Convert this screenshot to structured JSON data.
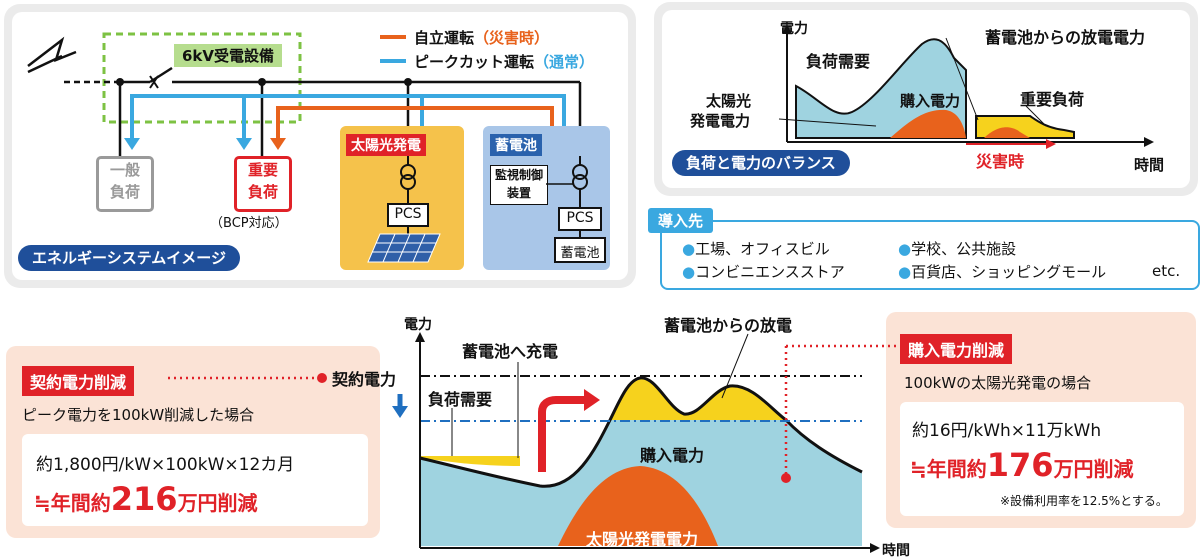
{
  "system_image": {
    "caption": "エネルギーシステムイメージ",
    "substation": "6kV受電設備",
    "legend": {
      "autonomous": "自立運転",
      "autonomous_note": "（災害時）",
      "peakcut": "ピークカット運転",
      "peakcut_note": "（通常）"
    },
    "general_load_1": "一般",
    "general_load_2": "負荷",
    "critical_load_1": "重要",
    "critical_load_2": "負荷",
    "bcp": "（BCP対応）",
    "solar_title": "太陽光発電",
    "pcs": "PCS",
    "battery_title": "蓄電池",
    "monitor_1": "監視制御",
    "monitor_2": "装置",
    "battery_box": "蓄電池"
  },
  "balance": {
    "caption": "負荷と電力のバランス",
    "y_label": "電力",
    "x_label": "時間",
    "load_demand": "負荷需要",
    "purchased": "購入電力",
    "solar_1": "太陽光",
    "solar_2": "発電電力",
    "discharge": "蓄電池からの放電電力",
    "critical": "重要負荷",
    "disaster": "災害時"
  },
  "adoption": {
    "title": "導入先",
    "items": [
      "工場、オフィスビル",
      "学校、公共施設",
      "コンビニエンスストア",
      "百貨店、ショッピングモール"
    ],
    "etc": "etc."
  },
  "contract": {
    "tag": "契約電力削減",
    "subtitle": "ピーク電力を100kW削減した場合",
    "formula": "約1,800円/kW×100kW×12カ月",
    "result_prefix": "≒年間約",
    "result_value": "216",
    "result_suffix": "万円削減"
  },
  "main_chart": {
    "y_label": "電力",
    "x_label": "時間",
    "contract_power": "契約電力",
    "charge": "蓄電池へ充電",
    "discharge": "蓄電池からの放電",
    "load_demand": "負荷需要",
    "purchased": "購入電力",
    "solar": "太陽光発電電力"
  },
  "purchase": {
    "tag": "購入電力削減",
    "subtitle": "100kWの太陽光発電の場合",
    "formula": "約16円/kWh×11万kWh",
    "result_prefix": "≒年間約",
    "result_value": "176",
    "result_suffix": "万円削減",
    "note": "※設備利用率を12.5%とする。"
  },
  "colors": {
    "orange": "#e8621c",
    "light_blue": "#3aa8e0",
    "red": "#e02228",
    "navy": "#1f4f9a",
    "teal_fill": "#9fd3e0",
    "yellow": "#f6d21d",
    "peach_panel": "#fbe3d6",
    "solar_box": "#f5c24b",
    "battery_box": "#a9c6e8",
    "green_dash": "#7dc243"
  }
}
